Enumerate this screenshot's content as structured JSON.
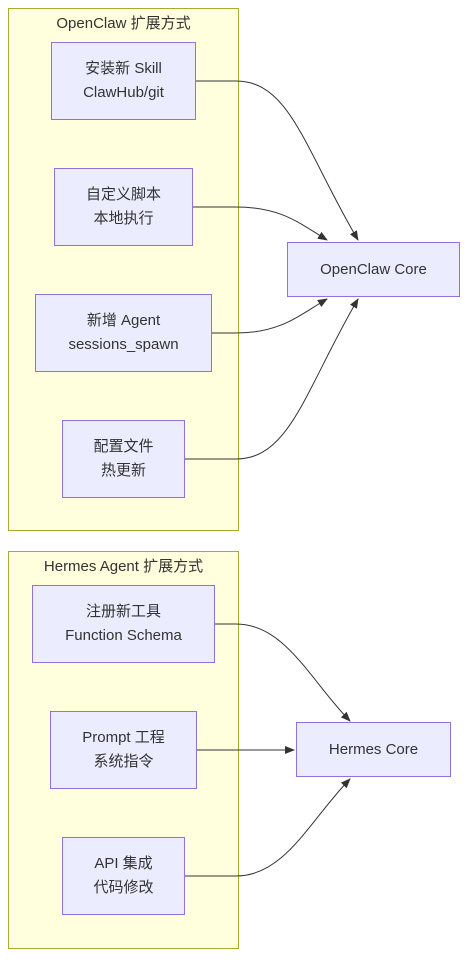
{
  "diagram": {
    "openclaw": {
      "title": "OpenClaw 扩展方式",
      "core": "OpenClaw Core",
      "nodes": [
        {
          "line1": "安装新 Skill",
          "line2": "ClawHub/git"
        },
        {
          "line1": "自定义脚本",
          "line2": "本地执行"
        },
        {
          "line1": "新增 Agent",
          "line2": "sessions_spawn"
        },
        {
          "line1": "配置文件",
          "line2": "热更新"
        }
      ]
    },
    "hermes": {
      "title": "Hermes Agent 扩展方式",
      "core": "Hermes Core",
      "nodes": [
        {
          "line1": "注册新工具",
          "line2": "Function Schema"
        },
        {
          "line1": "Prompt 工程",
          "line2": "系统指令"
        },
        {
          "line1": "API 集成",
          "line2": "代码修改"
        }
      ]
    }
  },
  "colors": {
    "cluster_fill": "#ffffde",
    "cluster_border": "#aaaa33",
    "node_fill": "#ececff",
    "node_border": "#9370db",
    "edge": "#333333"
  }
}
